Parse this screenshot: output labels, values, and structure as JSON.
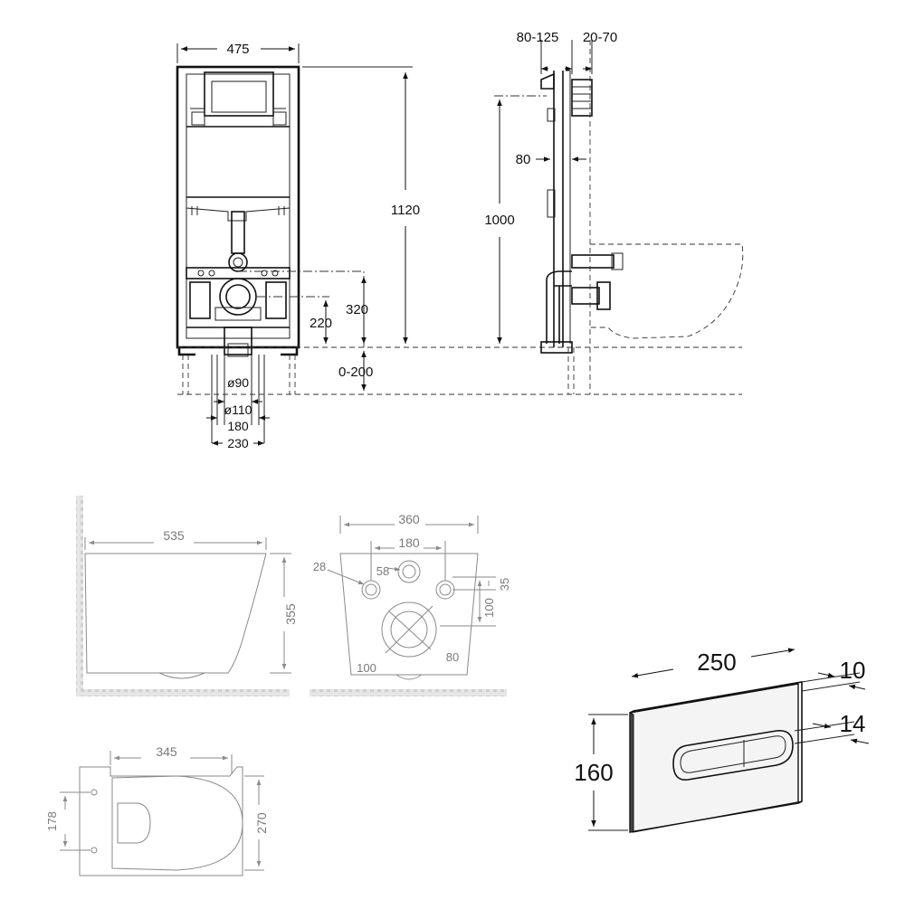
{
  "frame_front": {
    "width": "475",
    "height": "1120",
    "dim_320": "320",
    "dim_220": "220",
    "dim_0_200": "0-200",
    "dia_90": "ø90",
    "dia_110": "ø110",
    "dim_180": "180",
    "dim_230": "230"
  },
  "frame_side": {
    "range_80_125": "80-125",
    "range_20_70": "20-70",
    "dim_80": "80",
    "dim_1000": "1000"
  },
  "bowl_side": {
    "length": "535",
    "height": "355"
  },
  "bowl_back": {
    "width": "360",
    "spacing": "180",
    "dia_28": "28",
    "dia_58": "58",
    "dim_35": "35",
    "dim_100_v": "100",
    "dia_100": "100",
    "dia_80": "80"
  },
  "bowl_top": {
    "length": "345",
    "width": "270",
    "spacing": "178"
  },
  "flush_plate": {
    "width": "250",
    "height": "160",
    "depth_10": "10",
    "depth_14": "14"
  }
}
